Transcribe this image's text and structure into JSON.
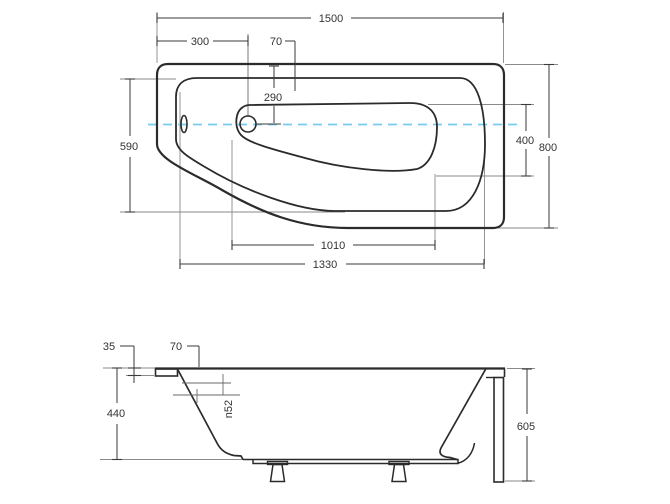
{
  "drawing": {
    "title": "bathtub-technical-drawing",
    "views": [
      "plan-view-top",
      "side-elevation-bottom"
    ],
    "colors": {
      "line": "#2b2b2b",
      "dimension": "#3a3a3a",
      "extension": "#8a8a8a",
      "centerline": "#74ccef",
      "background": "#ffffff",
      "text": "#333333"
    }
  },
  "plan_view": {
    "dims": {
      "overall_length": "1500",
      "drain_offset_x": "300",
      "rim_inset": "70",
      "drain_offset_y": "290",
      "left_side_width": "590",
      "overall_width": "800",
      "basin_width": "400",
      "basin_length": "1010",
      "rim_inner_length": "1330"
    }
  },
  "side_view": {
    "dims": {
      "rim_lip_height": "35",
      "rim_width": "70",
      "tub_depth": "440",
      "overflow_diameter": "n52",
      "overall_height": "605"
    }
  }
}
